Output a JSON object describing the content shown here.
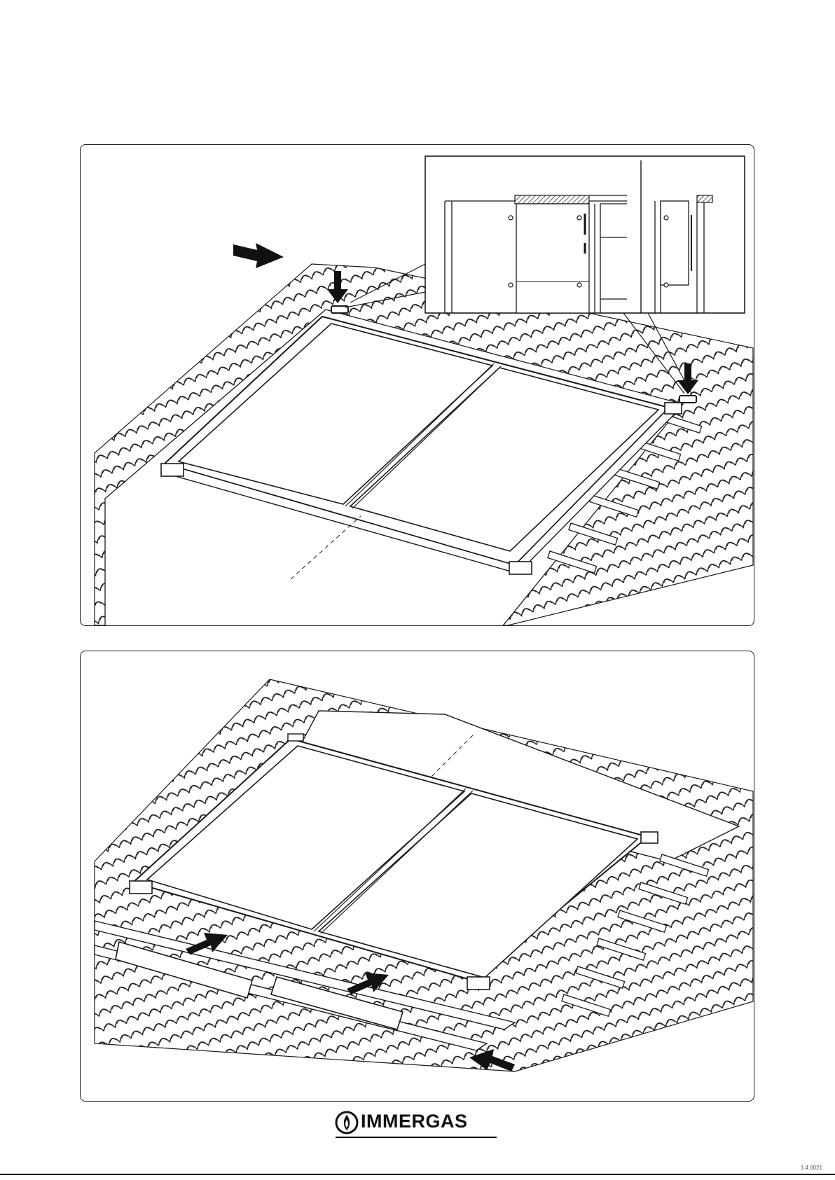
{
  "brand": {
    "name": "IMMERGAS"
  },
  "figures": [
    {
      "id": "top",
      "content": "roof tile installation, upper flashing"
    },
    {
      "id": "bottom",
      "content": "roof tile installation, lower flashing"
    }
  ],
  "colors": {
    "ink": "#1a1a1a",
    "paper": "#ffffff",
    "hatch": "#555555"
  },
  "icons": [
    "arrow-icon",
    "flame-logo-icon"
  ],
  "footer": {
    "code": "1.4.0021"
  }
}
